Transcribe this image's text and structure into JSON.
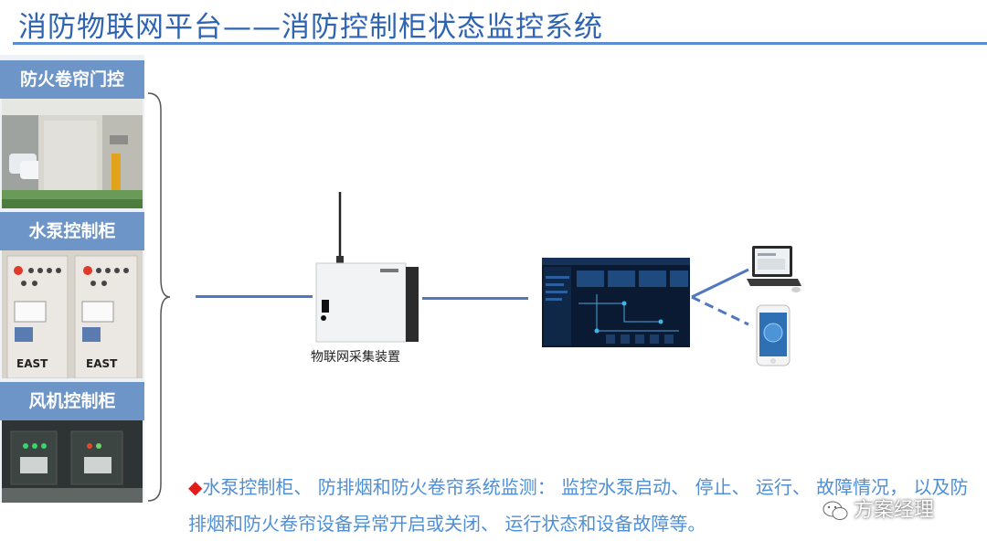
{
  "page": {
    "title": "消防物联网平台——消防控制柜状态监控系统"
  },
  "panels": [
    {
      "label": "防火卷帘门控"
    },
    {
      "label": "水泵控制柜"
    },
    {
      "label": "风机控制柜"
    }
  ],
  "cabinet_marks": {
    "brand": "EAST"
  },
  "device": {
    "label": "物联网采集装置"
  },
  "note": {
    "marker": "◆",
    "text": "水泵控制柜、  防排烟和防火卷帘系统监测：  监控水泵启动、  停止、  运行、  故障情况，  以及防排烟和防火卷帘设备异常开启或关闭、  运行状态和设备故障等。"
  },
  "watermark": {
    "text": "方案经理"
  }
}
